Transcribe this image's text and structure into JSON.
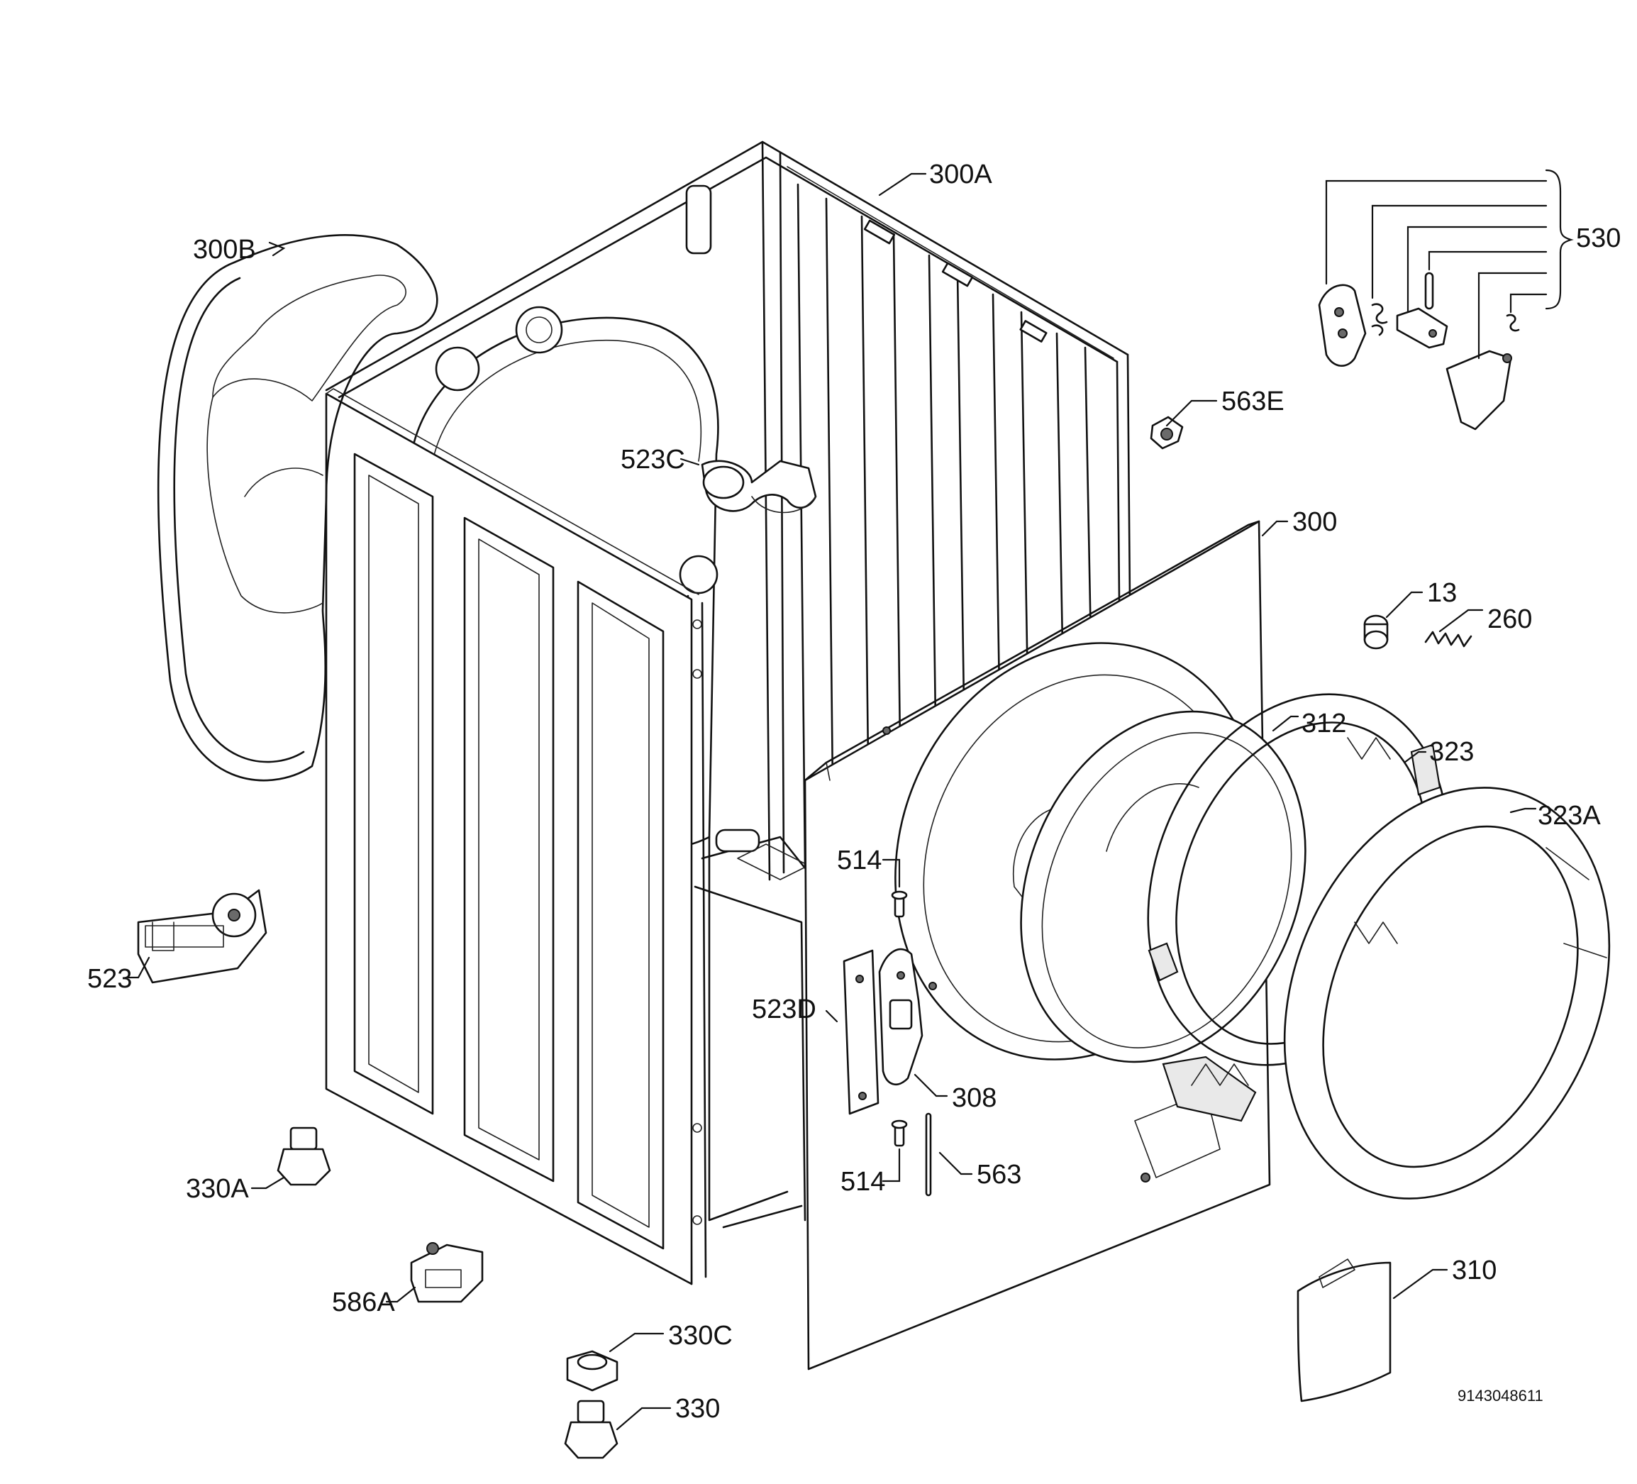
{
  "document_number": "9143048611",
  "parts": [
    {
      "id": "300A"
    },
    {
      "id": "300B"
    },
    {
      "id": "530"
    },
    {
      "id": "563E"
    },
    {
      "id": "523C"
    },
    {
      "id": "300"
    },
    {
      "id": "13"
    },
    {
      "id": "260"
    },
    {
      "id": "312"
    },
    {
      "id": "323"
    },
    {
      "id": "323A"
    },
    {
      "id": "514"
    },
    {
      "id": "523D"
    },
    {
      "id": "308"
    },
    {
      "id": "514"
    },
    {
      "id": "563"
    },
    {
      "id": "523"
    },
    {
      "id": "330A"
    },
    {
      "id": "586A"
    },
    {
      "id": "330C"
    },
    {
      "id": "330"
    },
    {
      "id": "310"
    }
  ]
}
